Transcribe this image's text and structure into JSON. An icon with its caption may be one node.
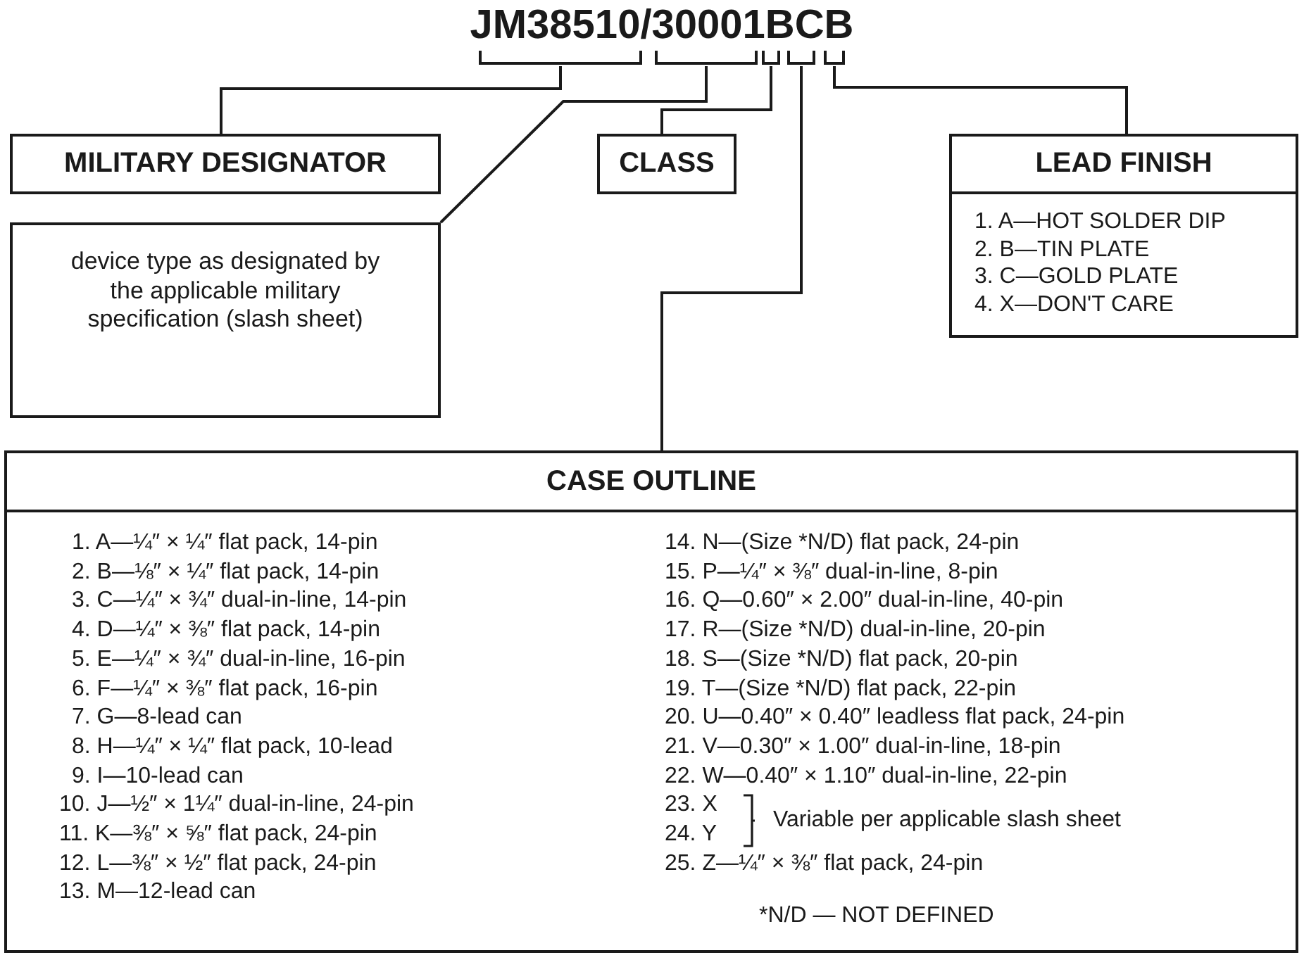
{
  "diagram": {
    "title": "JM38510/30001BCB",
    "nodes": [
      {
        "text": [],
        "shape": "bracket"
      },
      {
        "text": [],
        "shape": "bracket"
      },
      {
        "text": [],
        "shape": "bracket"
      },
      {
        "text": [],
        "shape": "bracket"
      },
      {
        "text": [],
        "shape": "bracket"
      },
      {
        "text": [
          "MILITARY DESIGNATOR"
        ]
      },
      {
        "text": [
          "device type as designated by the applicable military specification (slash sheet)"
        ]
      },
      {
        "text": [
          "CLASS"
        ]
      },
      {
        "text": [
          "LEAD FINISH",
          "1. A—HOT SOLDER DIP",
          "2. B—TIN PLATE",
          "3. C—GOLD PLATE",
          "4. X—DON'T CARE"
        ]
      },
      {
        "text": [
          "CASE OUTLINE",
          "1. A—¼″ × ¼″ flat pack, 14-pin",
          "2. B—⅛″ × ¼″ flat pack, 14-pin",
          "3. C—¼″ × ¾″ dual-in-line, 14-pin",
          "4. D—¼″ × ⅜″ flat pack, 14-pin",
          "5. E—¼″ × ¾″ dual-in-line, 16-pin",
          "6. F—¼″ × ⅜″ flat pack, 16-pin",
          "7. G—8-lead can",
          "8. H—¼″ × ¼″ flat pack, 10-lead",
          "9. I—10-lead can",
          "10. J—½″ × 1¼″ dual-in-line, 24-pin",
          "11. K—⅜″ × ⅝″ flat pack, 24-pin",
          "12. L—⅜″ × ½″ flat pack, 24-pin",
          "13. M—12-lead can",
          "14. N—(Size *N/D) flat pack, 24-pin",
          "15. P—¼″ × ⅜″ dual-in-line, 8-pin",
          "16. Q—0.60″ × 2.00″ dual-in-line, 40-pin",
          "17. R—(Size *N/D) dual-in-line, 20-pin",
          "18. S—(Size *N/D) flat pack, 20-pin",
          "19. T—(Size *N/D) flat pack, 22-pin",
          "20. U—0.40″ × 0.40″ leadless flat pack, 24-pin",
          "21. V—0.30″ × 1.00″ dual-in-line, 18-pin",
          "22. W—0.40″ × 1.10″ dual-in-line, 22-pin",
          "23. X",
          "24. Y",
          "Variable per applicable slash sheet",
          "25. Z—¼″ × ⅜″ flat pack, 24-pin",
          "*N/D — NOT DEFINED"
        ]
      }
    ],
    "edges": [
      {
        "from": 0,
        "to": 5,
        "arrow": "none"
      },
      {
        "from": 1,
        "to": 6,
        "arrow": "none"
      },
      {
        "from": 2,
        "to": 7,
        "arrow": "none"
      },
      {
        "from": 3,
        "to": 9,
        "arrow": "none"
      },
      {
        "from": 4,
        "to": 8,
        "arrow": "none"
      }
    ]
  }
}
